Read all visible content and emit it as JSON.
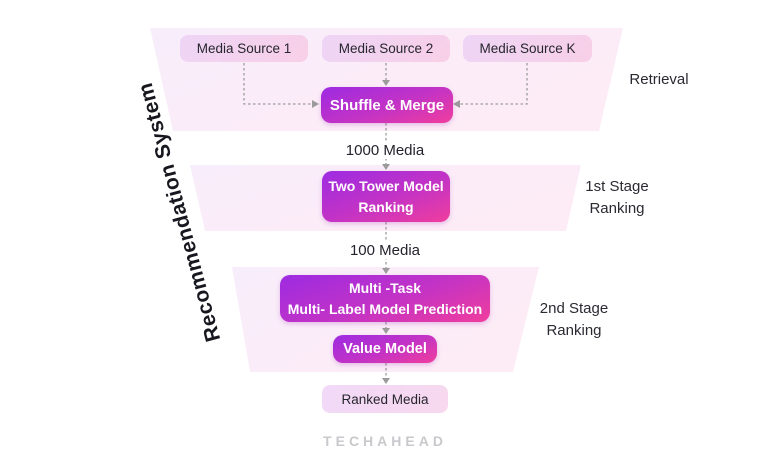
{
  "title": "Recommendation System",
  "funnel": {
    "sources": [
      {
        "label": "Media Source 1"
      },
      {
        "label": "Media Source 2"
      },
      {
        "label": "Media Source K"
      }
    ],
    "shuffle_merge": "Shuffle & Merge",
    "count_after_retrieval": "1000 Media",
    "two_tower": {
      "line1": "Two Tower Model",
      "line2": "Ranking"
    },
    "count_after_stage1": "100 Media",
    "multi_task": {
      "line1": "Multi -Task",
      "line2": "Multi- Label Model Prediction"
    },
    "value_model": "Value Model",
    "ranked_media": "Ranked Media"
  },
  "stages": {
    "retrieval": "Retrieval",
    "stage1": {
      "line1": "1st Stage",
      "line2": "Ranking"
    },
    "stage2": {
      "line1": "2nd Stage",
      "line2": "Ranking"
    }
  },
  "footer": {
    "logo": "TECHAHEAD"
  },
  "colors": {
    "accent_purple": "#9d2be2",
    "accent_magenta": "#f03d9d",
    "light_box_from": "#eed5f6",
    "light_box_to": "#f8cfe7",
    "band_from": "#f8edfb",
    "band_to": "#fdecf6",
    "ranked_from": "#f1d9f8",
    "ranked_to": "#f7d8ee",
    "connector_gray": "#9b9b9b",
    "text_dark": "#23232d",
    "logo_gray": "#c9c9cd"
  }
}
